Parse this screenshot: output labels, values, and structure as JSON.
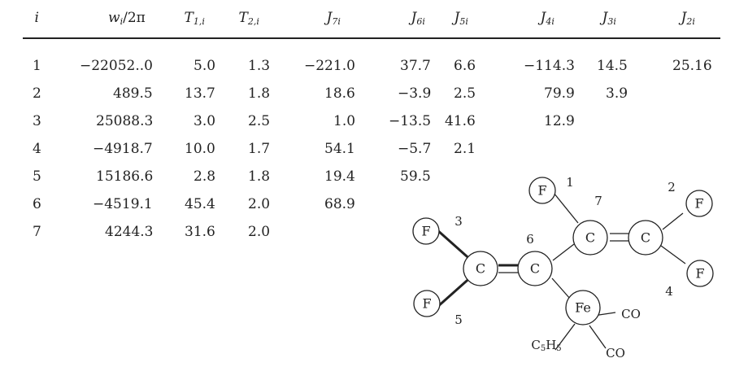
{
  "table": {
    "headers": [
      {
        "main": "i",
        "sub": ""
      },
      {
        "main": "w",
        "sub": "i",
        "tail": "/2π"
      },
      {
        "main": "T",
        "sub": "1,i"
      },
      {
        "main": "T",
        "sub": "2,i"
      },
      {
        "main": "J",
        "sub": "7i"
      },
      {
        "main": "J",
        "sub": "6i"
      },
      {
        "main": "J",
        "sub": "5i"
      },
      {
        "main": "J",
        "sub": "4i"
      },
      {
        "main": "J",
        "sub": "3i"
      },
      {
        "main": "J",
        "sub": "2i"
      }
    ],
    "rows": [
      [
        "1",
        "−22052..0",
        "5.0",
        "1.3",
        "−221.0",
        "37.7",
        "6.6",
        "−114.3",
        "14.5",
        "25.16"
      ],
      [
        "2",
        "489.5",
        "13.7",
        "1.8",
        "18.6",
        "−3.9",
        "2.5",
        "79.9",
        "3.9",
        ""
      ],
      [
        "3",
        "25088.3",
        "3.0",
        "2.5",
        "1.0",
        "−13.5",
        "41.6",
        "12.9",
        "",
        ""
      ],
      [
        "4",
        "−4918.7",
        "10.0",
        "1.7",
        "54.1",
        "−5.7",
        "2.1",
        "",
        "",
        ""
      ],
      [
        "5",
        "15186.6",
        "2.8",
        "1.8",
        "19.4",
        "59.5",
        "",
        "",
        "",
        ""
      ],
      [
        "6",
        "−4519.1",
        "45.4",
        "2.0",
        "68.9",
        "",
        "",
        "",
        "",
        ""
      ],
      [
        "7",
        "4244.3",
        "31.6",
        "2.0",
        "",
        "",
        "",
        "",
        "",
        ""
      ]
    ]
  },
  "molecule": {
    "atoms": {
      "F1": "F",
      "F2": "F",
      "F3": "F",
      "F4": "F",
      "F5": "F",
      "C6a": "C",
      "C6b": "C",
      "C7a": "C",
      "C7b": "C",
      "Fe": "Fe"
    },
    "labels": {
      "n1": "1",
      "n2": "2",
      "n3": "3",
      "n4": "4",
      "n5": "5",
      "n6": "6",
      "n7": "7",
      "co1": "CO",
      "co2": "CO",
      "cp_main": "C",
      "cp_sub1": "5",
      "cp_h": "H",
      "cp_sub2": "5"
    }
  }
}
